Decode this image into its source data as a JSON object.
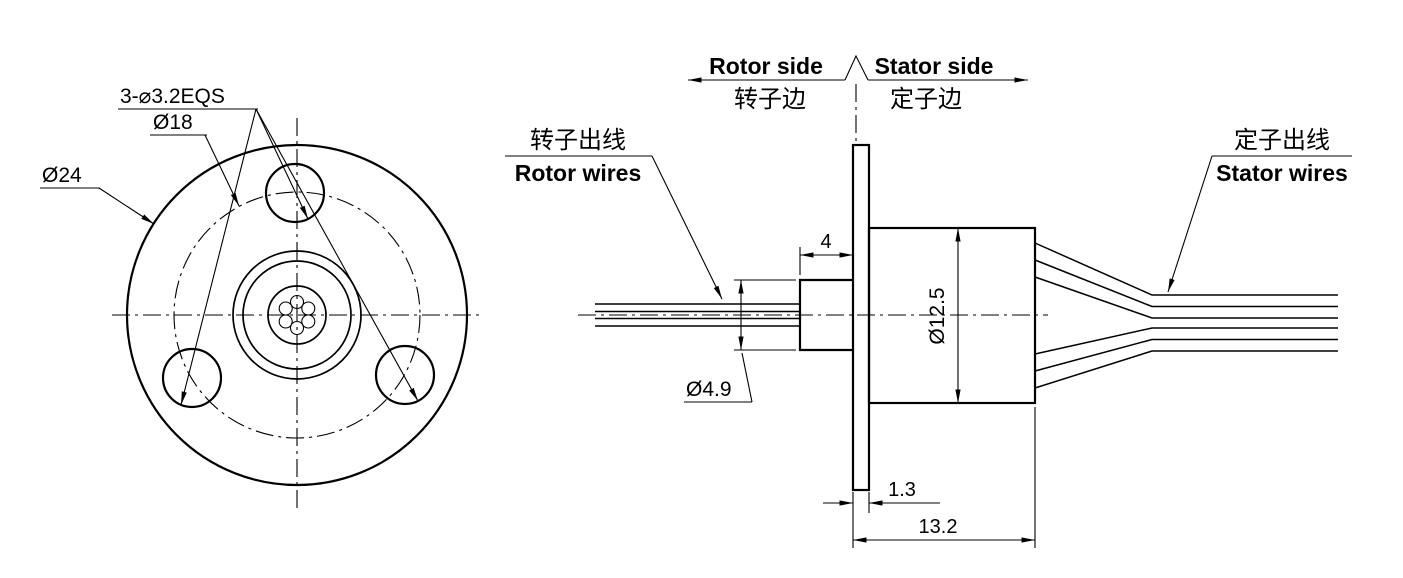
{
  "front_view": {
    "label_bolt_holes": "3-⌀3.2EQS",
    "label_bolt_circle_dia": "Ø18",
    "label_outer_dia": "Ø24"
  },
  "header": {
    "rotor_side_en": "Rotor side",
    "rotor_side_zh": "转子边",
    "stator_side_en": "Stator side",
    "stator_side_zh": "定子边"
  },
  "side_view": {
    "rotor_wires_zh": "转子出线",
    "rotor_wires_en": "Rotor wires",
    "stator_wires_zh": "定子出线",
    "stator_wires_en": "Stator wires",
    "dim_shaft_length": "4",
    "dim_shaft_dia": "Ø4.9",
    "dim_body_dia": "Ø12.5",
    "dim_flange_thickness": "1.3",
    "dim_total_length": "13.2"
  },
  "colors": {
    "line": "#000000",
    "background": "#ffffff"
  }
}
